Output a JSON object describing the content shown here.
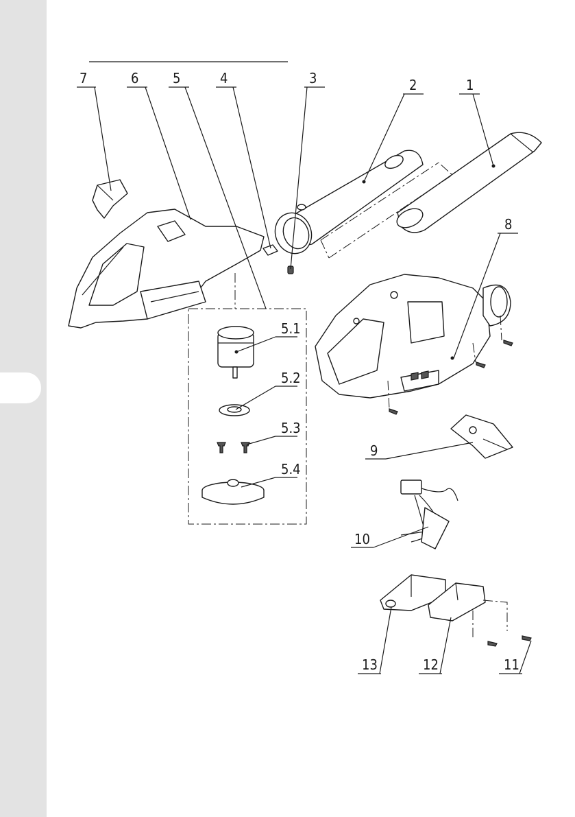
{
  "labels": {
    "p1": "1",
    "p2": "2",
    "p3": "3",
    "p4": "4",
    "p5": "5",
    "p5_1": "5.1",
    "p5_2": "5.2",
    "p5_3": "5.3",
    "p5_4": "5.4",
    "p6": "6",
    "p7": "7",
    "p8": "8",
    "p9": "9",
    "p10": "10",
    "p11": "11",
    "p12": "12",
    "p13": "13"
  },
  "icons": {
    "side_tab": "page-tab-icon"
  },
  "colors": {
    "side_strip": "#e3e3e3",
    "line": "#1a1a1a"
  }
}
